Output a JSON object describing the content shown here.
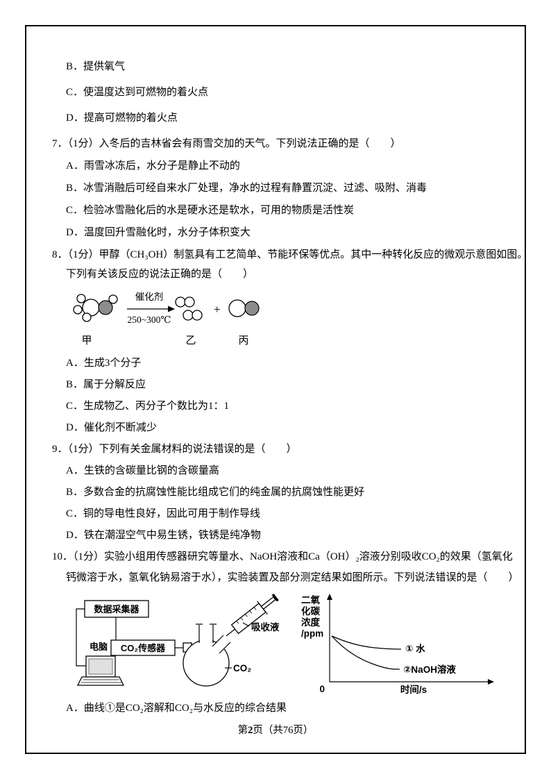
{
  "page": {
    "footer_prefix": "第",
    "footer_page": "2",
    "footer_suffix": "页（共",
    "footer_total": "76",
    "footer_end": "页）"
  },
  "q6": {
    "options": [
      "B．提供氧气",
      "C．使温度达到可燃物的着火点",
      "D．提高可燃物的着火点"
    ]
  },
  "q7": {
    "stem": "7．（1分）入冬后的吉林省会有雨雪交加的天气。下列说法正确的是（　　）",
    "options": [
      "A．雨雪冰冻后，水分子是静止不动的",
      "B．冰雪消融后可经自来水厂处理，净水的过程有静置沉淀、过滤、吸附、消毒",
      "C．检验冰雪融化后的水是硬水还是软水，可用的物质是活性炭",
      "D．温度回升雪融化时，水分子体积变大"
    ]
  },
  "q8": {
    "stem_line1": "8．（1分）甲醇（CH₃OH）制氢具有工艺简单、节能环保等优点。其中一种转化反应的微观示意图如图。",
    "stem_line2": "下列有关该反应的说法正确的是（　　）",
    "diagram": {
      "catalyst": "催化剂",
      "temperature": "250~300℃",
      "plus": "+",
      "label_jia": "甲",
      "label_yi": "乙",
      "label_bing": "丙"
    },
    "options": [
      "A．生成3个分子",
      "B．属于分解反应",
      "C．生成物乙、丙分子个数比为1：1",
      "D．催化剂不断减少"
    ]
  },
  "q9": {
    "stem": "9．（1分）下列有关金属材料的说法错误的是（　　）",
    "options": [
      "A．生铁的含碳量比钢的含碳量高",
      "B．多数合金的抗腐蚀性能比组成它们的纯金属的抗腐蚀性能更好",
      "C．铜的导电性良好，因此可用于制作导线",
      "D．铁在潮湿空气中易生锈，铁锈是纯净物"
    ]
  },
  "q10": {
    "stem_line1": "10．（1分）实验小组用传感器研究等量水、NaOH溶液和Ca（OH）₂溶液分别吸收CO₂的效果（氢氧化",
    "stem_line2": "钙微溶于水，氢氧化钠易溶于水），实验装置及部分测定结果如图所示。下列说法错误的是（　　）",
    "diagram": {
      "collector": "数据采集器",
      "computer": "电脑",
      "sensor": "CO₂传感器",
      "absorbent": "吸收液",
      "gas": "CO₂"
    },
    "options": [
      "A．曲线①是CO₂溶解和CO₂与水反应的综合结果"
    ]
  },
  "chart_data": {
    "type": "line",
    "title": "",
    "xlabel": "时间/s",
    "ylabel": "二氧化碳浓度/ppm",
    "ylabel_lines": [
      "二氧",
      "化碳",
      "浓度",
      "/ppm"
    ],
    "origin_label": "0",
    "legend_position": "right-of-curves",
    "series": [
      {
        "name": "① 水",
        "x": [
          0,
          1,
          2,
          3,
          4,
          5
        ],
        "values": [
          100,
          90,
          84,
          81,
          80,
          79
        ]
      },
      {
        "name": "②NaOH溶液",
        "x": [
          0,
          1,
          2,
          3,
          4,
          5
        ],
        "values": [
          100,
          82,
          68,
          58,
          53,
          51
        ]
      }
    ]
  }
}
